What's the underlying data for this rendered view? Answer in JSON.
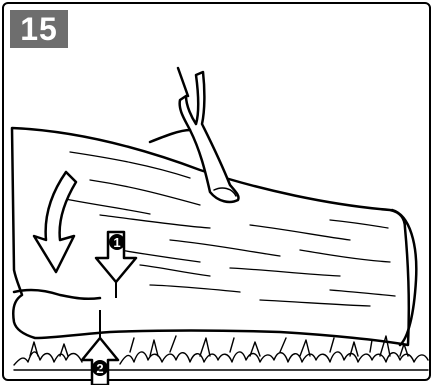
{
  "step": {
    "number": "15"
  },
  "callouts": [
    {
      "label": "1"
    },
    {
      "label": "2"
    }
  ],
  "icons": [
    "log",
    "branch-stub",
    "curved-arrow",
    "down-arrow",
    "up-arrow",
    "grass"
  ]
}
